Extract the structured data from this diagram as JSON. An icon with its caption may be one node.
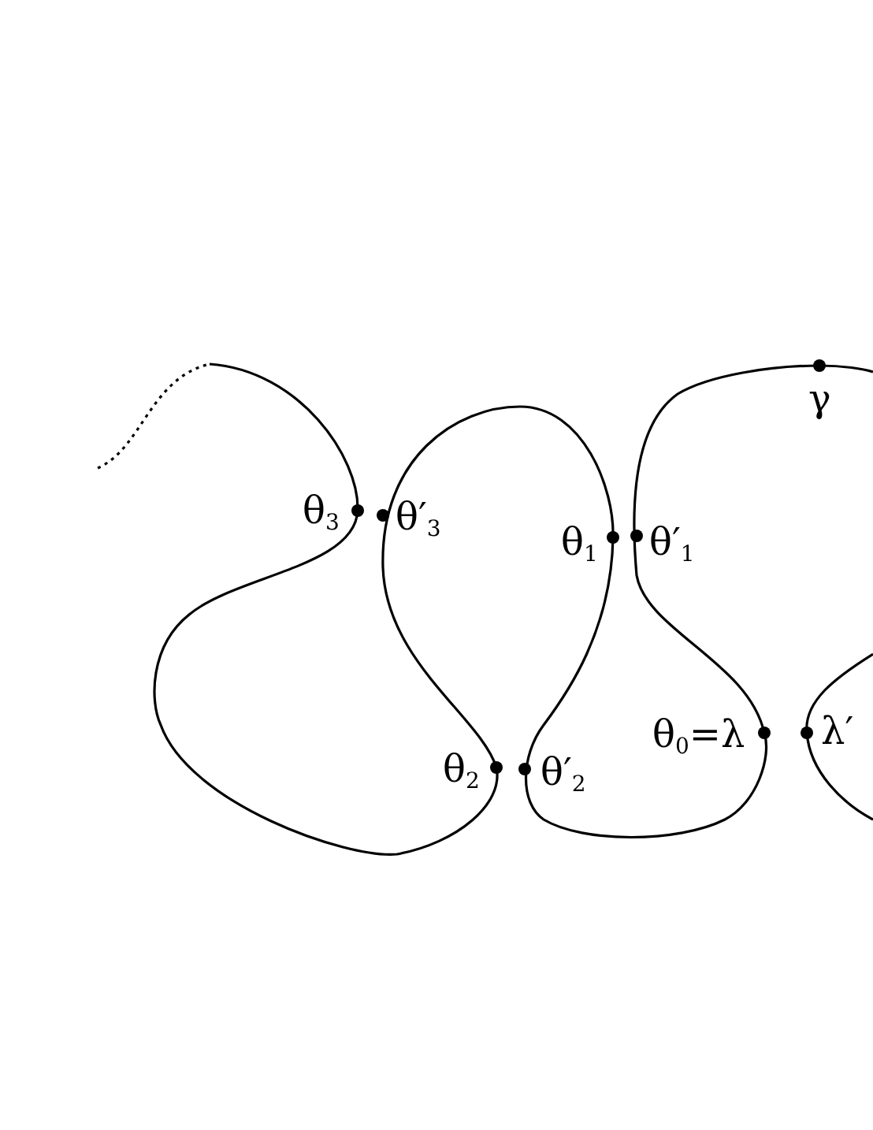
{
  "diagram": {
    "labels": [
      "θ$_{3}$",
      "θ′$_{3}$",
      "θ$_{1}$",
      "θ′$_{1}$",
      "γ",
      "θ$_{2}$",
      "θ′$_{2}$",
      "θ$_{0}$=λ",
      "λ′"
    ]
  }
}
